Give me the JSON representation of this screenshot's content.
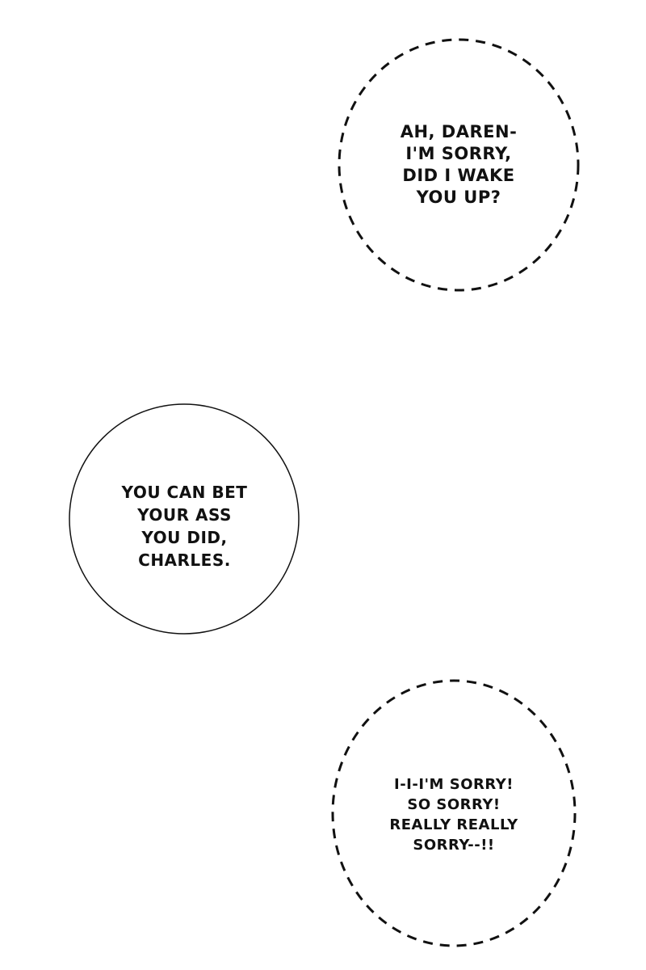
{
  "bubbles": [
    {
      "style": "dashed",
      "lines": [
        "Ah, Daren-",
        "I'm sorry,",
        "did I wake",
        "you up?"
      ]
    },
    {
      "style": "solid",
      "lines": [
        "You can bet",
        "your ass",
        "you did,",
        "Charles."
      ]
    },
    {
      "style": "dashed",
      "lines": [
        "I-I-I'm sorry!",
        "So sorry!",
        "Really really",
        "sorry--!!"
      ]
    }
  ],
  "colors": {
    "ink": "#111111",
    "background": "#ffffff"
  }
}
